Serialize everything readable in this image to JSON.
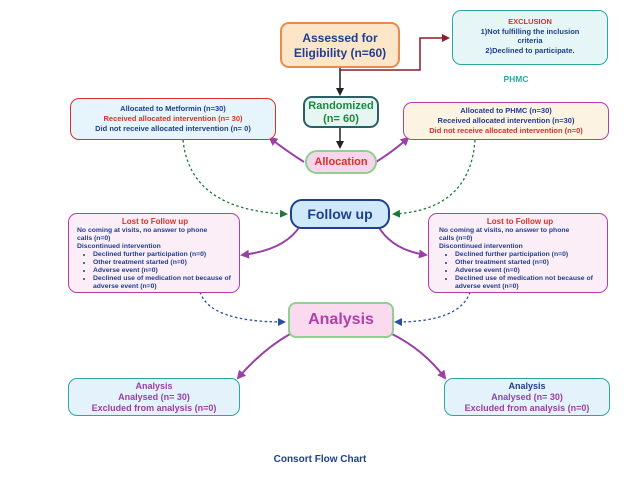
{
  "assessed": {
    "line1": "Assessed for",
    "line2": "Eligibility (n=60)"
  },
  "exclusion": {
    "title": "EXCLUSION",
    "line1": "1)Not fulfilling the inclusion",
    "line2": "criteria",
    "line3": "2)Declined to participate."
  },
  "phmc_label": "PHMC",
  "randomized": {
    "line1": "Randomized",
    "line2": "(n= 60)"
  },
  "alloc_left": {
    "line1": "Allocated to Metformin (n=30)",
    "line2": "Received allocated intervention (n= 30)",
    "line3": "Did not receive allocated intervention (n= 0)"
  },
  "alloc_right": {
    "line1": "Allocated to PHMC (n=30)",
    "line2": "Received allocated intervention (n=30)",
    "line3": "Did not receive allocated intervention (n=0)"
  },
  "allocation": "Allocation",
  "followup": "Follow up",
  "lost_left": {
    "title": "Lost to Follow up",
    "line1": "No coming at visits, no answer to phone",
    "line2": "calls (n=0)",
    "line3": "Discontinued intervention",
    "items": [
      "Declined further participation (n=0)",
      "Other treatment started (n=0)",
      "Adverse event (n=0)",
      "Declined use of medication not because of adverse event (n=0)"
    ]
  },
  "lost_right": {
    "title": "Lost to Follow up",
    "line1": "No coming at visits, no answer to phone",
    "line2": "calls (n=0)",
    "line3": "Discontinued intervention",
    "items": [
      "Declined further participation (n=0)",
      "Other treatment started (n=0)",
      "Adverse event (n=0)",
      "Declined use of medication not because of adverse event (n=0)"
    ]
  },
  "analysis": "Analysis",
  "analysis_left": {
    "title": "Analysis",
    "line1": "Analysed (n= 30)",
    "line2": "Excluded from analysis (n=0)"
  },
  "analysis_right": {
    "title": "Analysis",
    "line1": "Analysed (n= 30)",
    "line2": "Excluded from analysis (n=0)"
  },
  "caption": "Consort Flow Chart",
  "colors": {
    "navy": "#1f3f8f",
    "red": "#d8322b",
    "teal": "#2aa8a0",
    "purple": "#9a3fa6",
    "magenta": "#b23faa",
    "green": "#1b8a3d",
    "orange": "#e88a4a",
    "dark_red": "#8a1f2a"
  }
}
